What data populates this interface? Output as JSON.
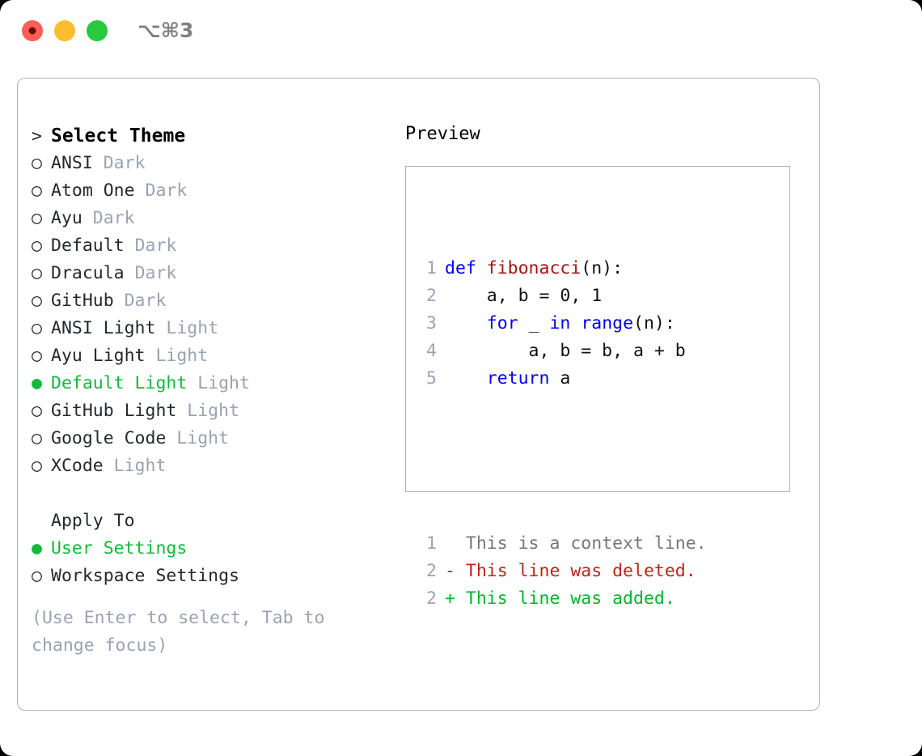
{
  "titlebar": {
    "shortcut": "⌥⌘3",
    "buttons": [
      {
        "name": "close",
        "color": "#fb5d57"
      },
      {
        "name": "minimize",
        "color": "#fcbd2e"
      },
      {
        "name": "maximize",
        "color": "#28c840"
      }
    ]
  },
  "colors": {
    "selected_green": "#13b93c",
    "muted": "#9aa3b2",
    "text": "#24292e",
    "border": "#aab3c2",
    "keyword_blue": "#0000ee",
    "function_red": "#a31515",
    "diff_deleted": "#c22216",
    "diff_added": "#00b52b",
    "diff_context": "#777777"
  },
  "theme_list": {
    "heading": "Select Theme",
    "heading_marker": ">",
    "items": [
      {
        "marker": "○",
        "name": "ANSI",
        "kind": "Dark",
        "selected": false
      },
      {
        "marker": "○",
        "name": "Atom One",
        "kind": "Dark",
        "selected": false
      },
      {
        "marker": "○",
        "name": "Ayu",
        "kind": "Dark",
        "selected": false
      },
      {
        "marker": "○",
        "name": "Default",
        "kind": "Dark",
        "selected": false
      },
      {
        "marker": "○",
        "name": "Dracula",
        "kind": "Dark",
        "selected": false
      },
      {
        "marker": "○",
        "name": "GitHub",
        "kind": "Dark",
        "selected": false
      },
      {
        "marker": "○",
        "name": "ANSI Light",
        "kind": "Light",
        "selected": false
      },
      {
        "marker": "○",
        "name": "Ayu Light",
        "kind": "Light",
        "selected": false
      },
      {
        "marker": "●",
        "name": "Default Light",
        "kind": "Light",
        "selected": true
      },
      {
        "marker": "○",
        "name": "GitHub Light",
        "kind": "Light",
        "selected": false
      },
      {
        "marker": "○",
        "name": "Google Code",
        "kind": "Light",
        "selected": false
      },
      {
        "marker": "○",
        "name": "XCode",
        "kind": "Light",
        "selected": false
      }
    ]
  },
  "apply_to": {
    "heading": "Apply To",
    "items": [
      {
        "marker": "●",
        "name": "User Settings",
        "selected": true
      },
      {
        "marker": "○",
        "name": "Workspace Settings",
        "selected": false
      }
    ]
  },
  "hint": "(Use Enter to select, Tab to change focus)",
  "preview": {
    "title": "Preview",
    "code_lines": [
      {
        "num": "1",
        "tokens": [
          {
            "t": "def ",
            "c": "kw"
          },
          {
            "t": "fibonacci",
            "c": "fn"
          },
          {
            "t": "(n):",
            "c": "pl"
          }
        ]
      },
      {
        "num": "2",
        "tokens": [
          {
            "t": "    a, b = 0, 1",
            "c": "pl"
          }
        ]
      },
      {
        "num": "3",
        "tokens": [
          {
            "t": "    ",
            "c": "pl"
          },
          {
            "t": "for",
            "c": "kw"
          },
          {
            "t": " _ ",
            "c": "pl"
          },
          {
            "t": "in",
            "c": "kw"
          },
          {
            "t": " ",
            "c": "pl"
          },
          {
            "t": "range",
            "c": "bi"
          },
          {
            "t": "(n):",
            "c": "pl"
          }
        ]
      },
      {
        "num": "4",
        "tokens": [
          {
            "t": "        a, b = b, a + b",
            "c": "pl"
          }
        ]
      },
      {
        "num": "5",
        "tokens": [
          {
            "t": "    ",
            "c": "pl"
          },
          {
            "t": "return",
            "c": "kw"
          },
          {
            "t": " a",
            "c": "pl"
          }
        ]
      }
    ],
    "diff_lines": [
      {
        "num": "1",
        "sign": " ",
        "text": "  This is a context line.",
        "kind": "ctx"
      },
      {
        "num": "2",
        "sign": "-",
        "text": "- This line was deleted.",
        "kind": "del"
      },
      {
        "num": "2",
        "sign": "+",
        "text": "+ This line was added.",
        "kind": "add"
      }
    ]
  }
}
